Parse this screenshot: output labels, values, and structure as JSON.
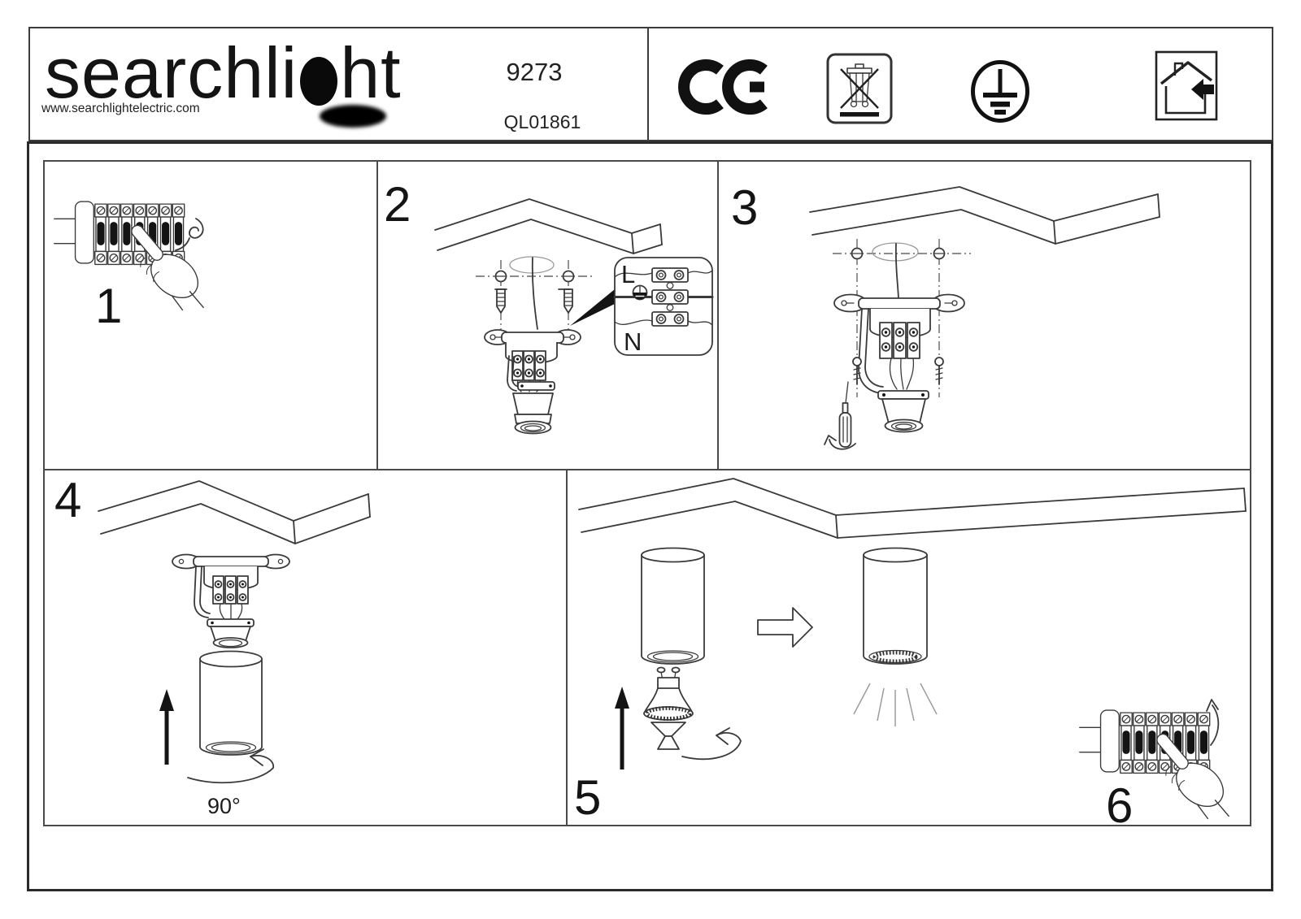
{
  "header": {
    "logo": {
      "left": "searchli",
      "right": "ht"
    },
    "website": "www.searchlightelectric.com",
    "model": "9273",
    "product_code": "QL01861",
    "marks": [
      {
        "icon": "ce-mark"
      },
      {
        "icon": "weee-crossed-out-wheelie-bin"
      },
      {
        "icon": "class-1-protective-earth"
      },
      {
        "icon": "indoor-use-only-house"
      }
    ]
  },
  "steps": [
    {
      "n": "1"
    },
    {
      "n": "2"
    },
    {
      "n": "3"
    },
    {
      "n": "4"
    },
    {
      "n": "5"
    },
    {
      "n": "6"
    }
  ],
  "labels": {
    "rotation": "90°",
    "live": "L",
    "neutral": "N"
  },
  "colors": {
    "ink": "#3a3a3a",
    "paper": "#ffffff",
    "mark": "#111111"
  }
}
